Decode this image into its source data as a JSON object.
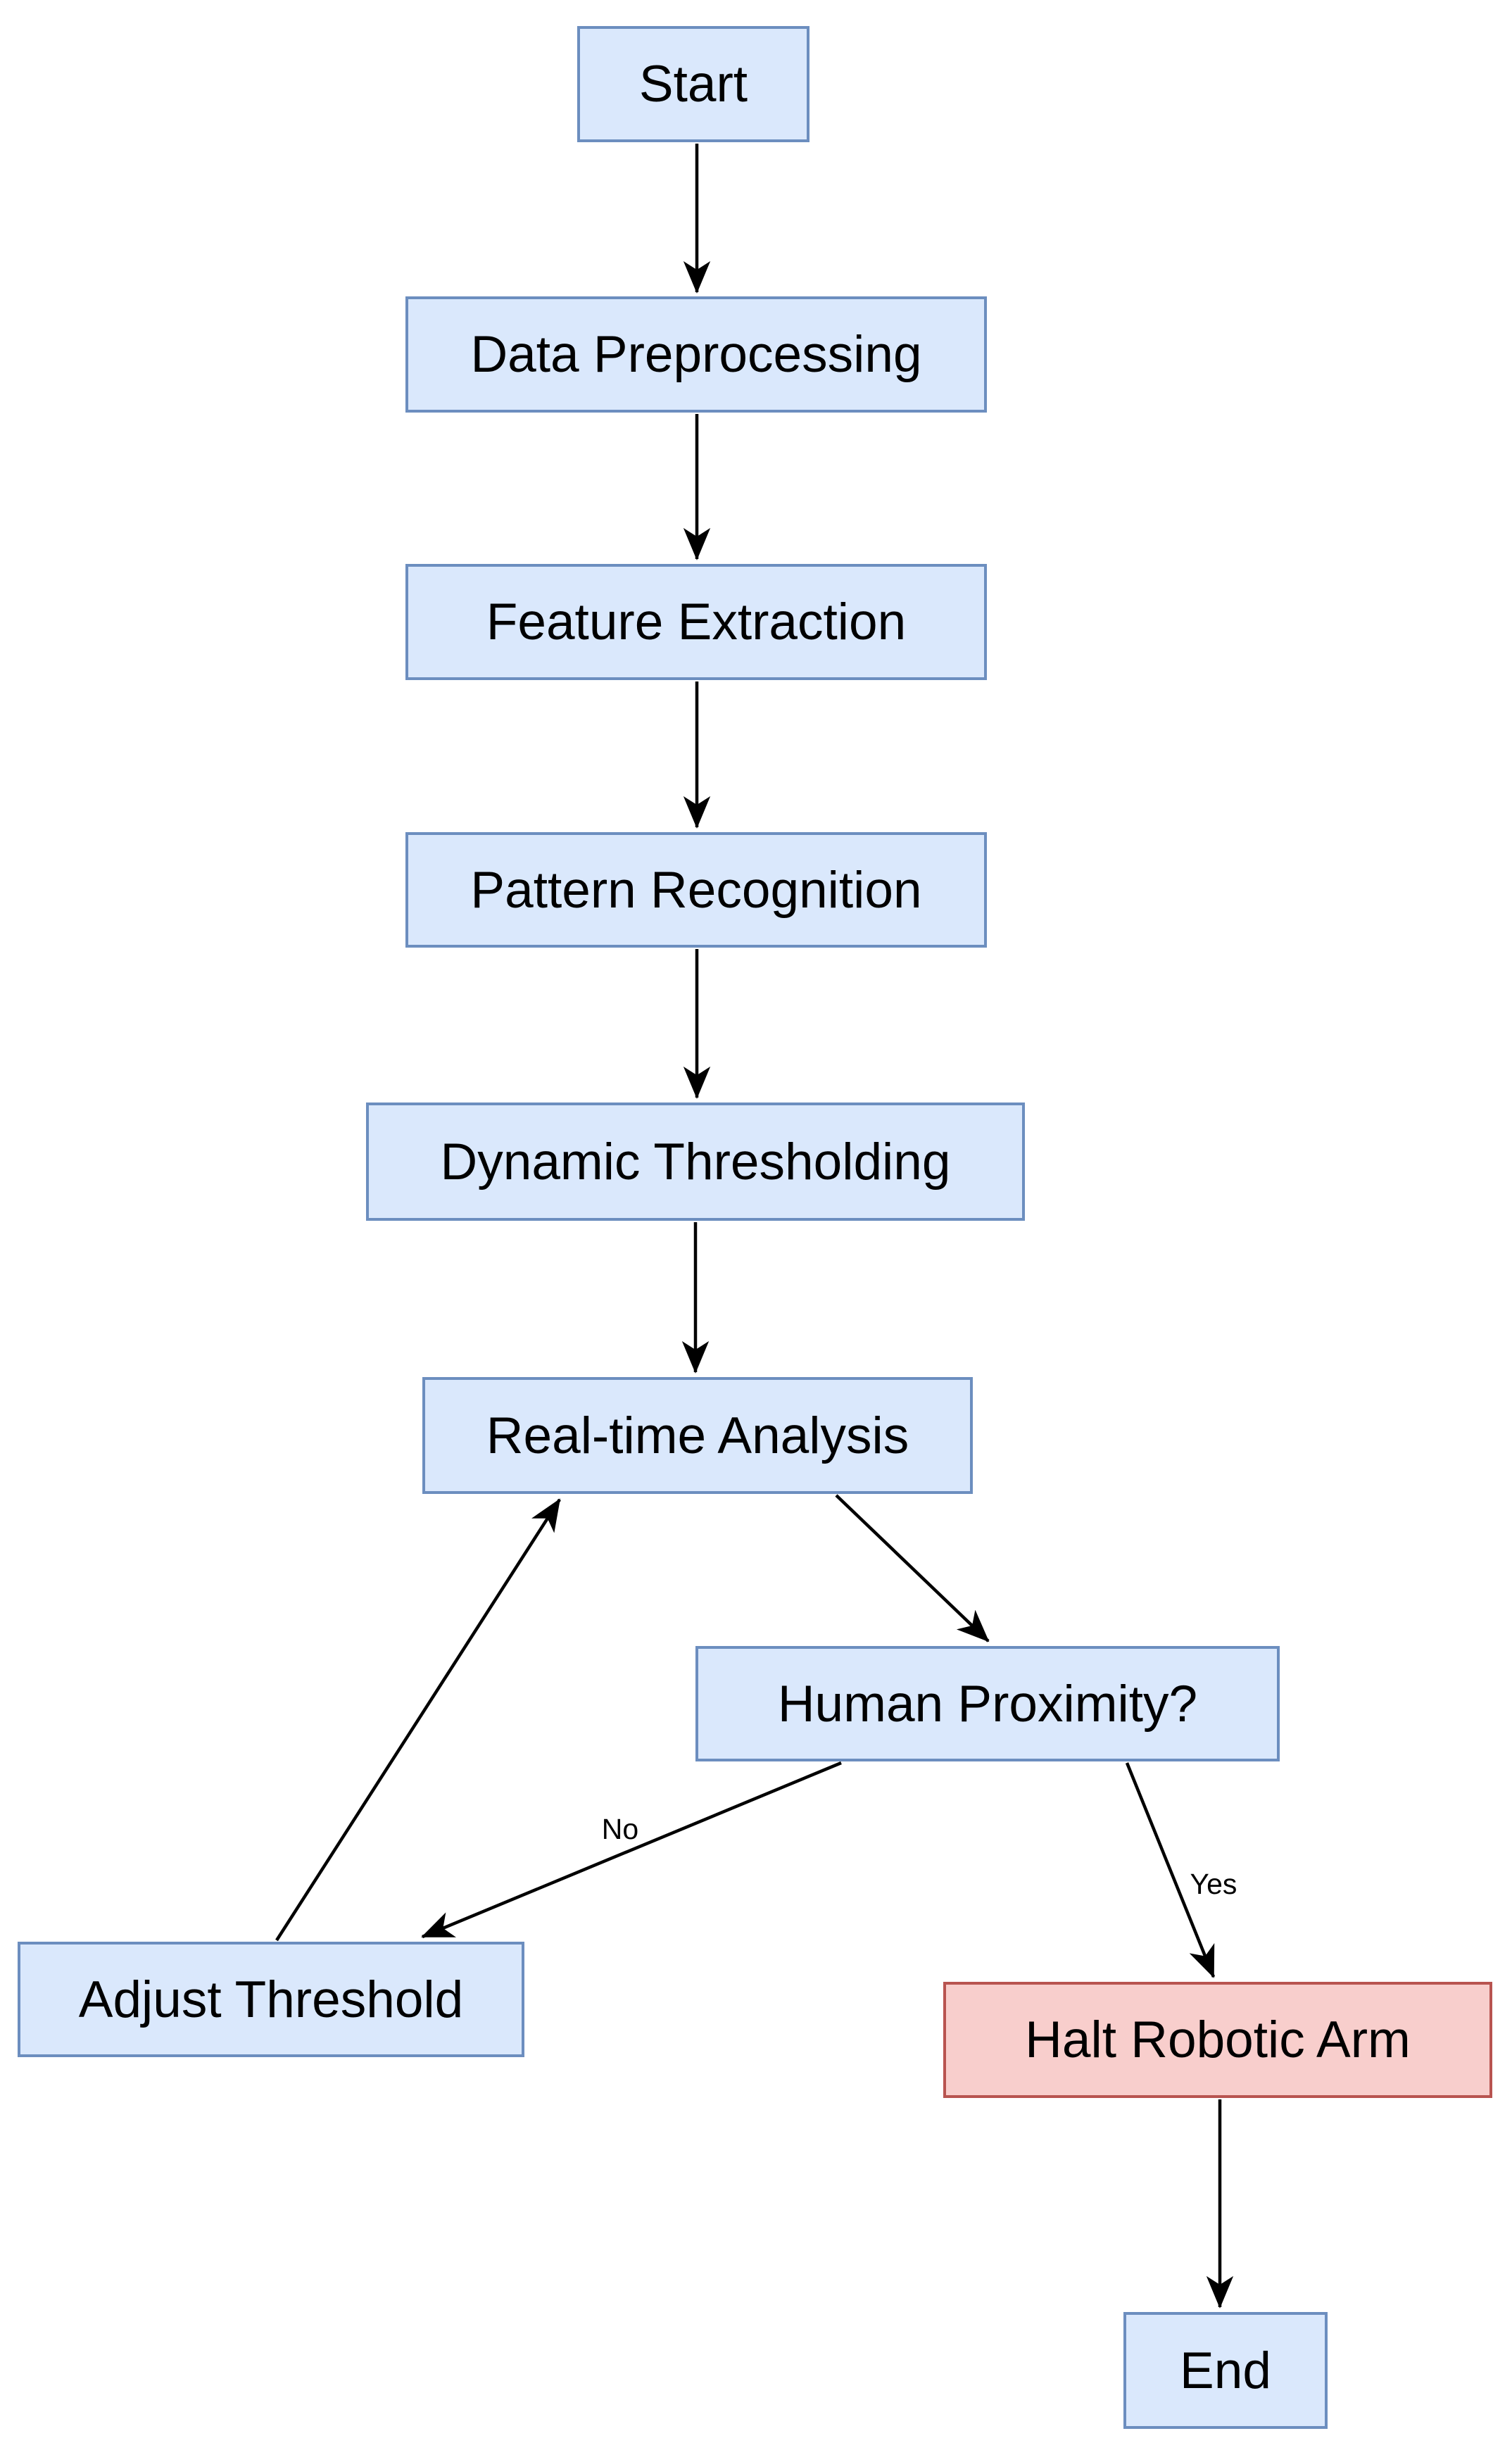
{
  "diagram": {
    "background_color": "#ffffff",
    "arrow_color": "#000000",
    "text_color": "#000000",
    "node_styles": {
      "process": {
        "fill": "#dae8fc",
        "stroke": "#6c8ebf"
      },
      "alert": {
        "fill": "#f8cecc",
        "stroke": "#b85450"
      }
    },
    "nodes": {
      "start": {
        "label": "Start",
        "style": "process"
      },
      "data_preprocessing": {
        "label": "Data Preprocessing",
        "style": "process"
      },
      "feature_extraction": {
        "label": "Feature Extraction",
        "style": "process"
      },
      "pattern_recognition": {
        "label": "Pattern Recognition",
        "style": "process"
      },
      "dynamic_thresholding": {
        "label": "Dynamic Thresholding",
        "style": "process"
      },
      "real_time_analysis": {
        "label": "Real-time Analysis",
        "style": "process"
      },
      "human_proximity": {
        "label": "Human Proximity?",
        "style": "process"
      },
      "adjust_threshold": {
        "label": "Adjust Threshold",
        "style": "process"
      },
      "halt_robotic_arm": {
        "label": "Halt Robotic Arm",
        "style": "alert"
      },
      "end": {
        "label": "End",
        "style": "process"
      }
    },
    "edges": [
      {
        "from": "start",
        "to": "data_preprocessing",
        "label": ""
      },
      {
        "from": "data_preprocessing",
        "to": "feature_extraction",
        "label": ""
      },
      {
        "from": "feature_extraction",
        "to": "pattern_recognition",
        "label": ""
      },
      {
        "from": "pattern_recognition",
        "to": "dynamic_thresholding",
        "label": ""
      },
      {
        "from": "dynamic_thresholding",
        "to": "real_time_analysis",
        "label": ""
      },
      {
        "from": "real_time_analysis",
        "to": "human_proximity",
        "label": ""
      },
      {
        "from": "human_proximity",
        "to": "adjust_threshold",
        "label": "No"
      },
      {
        "from": "adjust_threshold",
        "to": "real_time_analysis",
        "label": ""
      },
      {
        "from": "human_proximity",
        "to": "halt_robotic_arm",
        "label": "Yes"
      },
      {
        "from": "halt_robotic_arm",
        "to": "end",
        "label": ""
      }
    ]
  }
}
